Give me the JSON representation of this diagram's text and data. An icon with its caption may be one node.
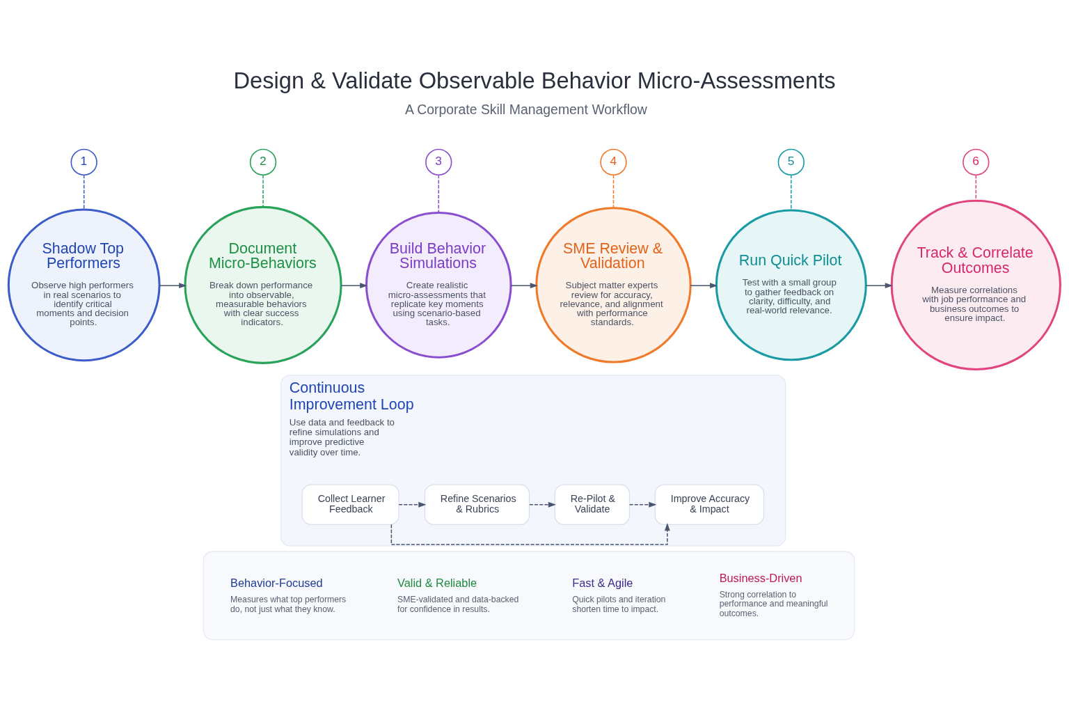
{
  "diagram": {
    "title": "Design & Validate Observable Behavior Micro-Assessments",
    "nodes": [
      {
        "text": [
          "1"
        ]
      },
      {
        "text": [
          "Shadow Top Performers",
          "Observe high performers in real scenarios to identify critical moments and decision points."
        ]
      },
      {
        "text": [
          "2"
        ]
      },
      {
        "text": [
          "Document Micro-Behaviors",
          "Break down performance into observable, measurable behaviors with clear success indicators."
        ]
      },
      {
        "text": [
          "3"
        ]
      },
      {
        "text": [
          "Build Behavior Simulations",
          "Create realistic micro-assessments that replicate key moments using scenario-based tasks."
        ]
      },
      {
        "text": [
          "4"
        ]
      },
      {
        "text": [
          "SME Review & Validation",
          "Subject matter experts review for accuracy, relevance, and alignment with performance standards."
        ]
      },
      {
        "text": [
          "5"
        ]
      },
      {
        "text": [
          "Run Quick Pilot",
          "Test with a small group to gather feedback on clarity, difficulty, and real-world relevance."
        ]
      },
      {
        "text": [
          "6"
        ]
      },
      {
        "text": [
          "Track & Correlate Outcomes",
          "Measure correlations with job performance and business outcomes to ensure impact."
        ]
      },
      {
        "text": [
          "Continuous Improvement Loop",
          "Use data and feedback to refine simulations and improve predictive validity over time."
        ]
      },
      {
        "text": [
          "Collect Learner Feedback"
        ],
        "in": 12
      },
      {
        "text": [
          "Refine Scenarios & Rubrics"
        ],
        "in": 12
      },
      {
        "text": [
          "Re-Pilot & Validate"
        ],
        "in": 12
      },
      {
        "text": [
          "Improve Accuracy & Impact"
        ],
        "in": 12
      },
      {
        "text": [],
        "shape": "box"
      },
      {
        "text": [
          "Behavior-Focused",
          "Measures what top performers do, not just what they know."
        ],
        "in": 17
      },
      {
        "text": [
          "Valid & Reliable",
          "SME-validated and data-backed for confidence in results."
        ],
        "in": 17
      },
      {
        "text": [
          "Fast & Agile",
          "Quick pilots and iteration shorten time to impact."
        ],
        "in": 17
      },
      {
        "text": [
          "Business-Driven",
          "Strong correlation to performance and meaningful outcomes."
        ],
        "in": 17
      }
    ],
    "edges": [
      {
        "from": 0,
        "to": 1,
        "arrow": "none",
        "style": "dashed",
        "color": "#3b5cc9"
      },
      {
        "from": 1,
        "to": 3,
        "arrow": "to"
      },
      {
        "from": 2,
        "to": 3,
        "arrow": "none",
        "style": "dashed",
        "color": "#2aa35a"
      },
      {
        "from": 3,
        "to": 5,
        "arrow": "to"
      },
      {
        "from": 4,
        "to": 5,
        "arrow": "none",
        "style": "dashed",
        "color": "#8a4fd0"
      },
      {
        "from": 5,
        "to": 7,
        "arrow": "to"
      },
      {
        "from": 6,
        "to": 7,
        "arrow": "none",
        "style": "dashed",
        "color": "#f07a2a"
      },
      {
        "from": 7,
        "to": 9,
        "arrow": "to"
      },
      {
        "from": 8,
        "to": 9,
        "arrow": "none",
        "style": "dashed",
        "color": "#1a9aa5"
      },
      {
        "from": 9,
        "to": 11,
        "arrow": "to"
      },
      {
        "from": 10,
        "to": 11,
        "arrow": "none",
        "style": "dashed",
        "color": "#e0457f"
      },
      {
        "from": 13,
        "to": 14,
        "arrow": "to",
        "style": "dashed"
      },
      {
        "from": 14,
        "to": 15,
        "arrow": "to",
        "style": "dashed"
      },
      {
        "from": 15,
        "to": 16,
        "arrow": "to",
        "style": "dashed"
      },
      {
        "from": 13,
        "to": 16,
        "arrow": "to",
        "style": "dashed"
      }
    ],
    "labels": [
      "A Corporate Skill Management Workflow"
    ]
  }
}
